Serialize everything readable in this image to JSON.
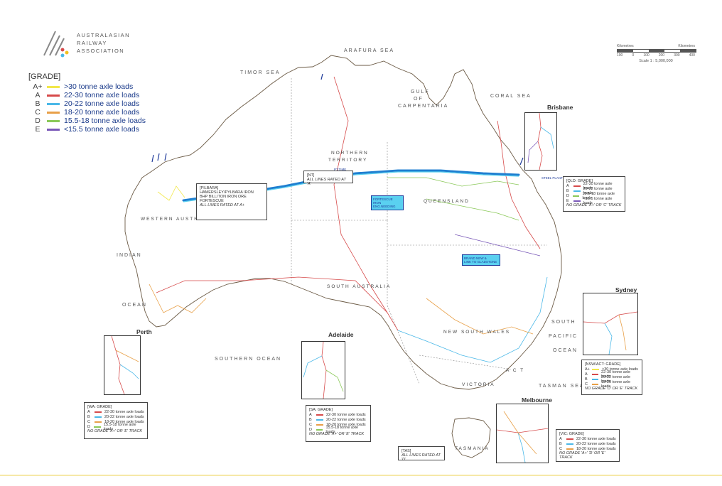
{
  "logo": {
    "line1": "AUSTRALASIAN",
    "line2": "RAILWAY",
    "line3": "ASSOCIATION"
  },
  "scale": {
    "label": "Scale 1 : 5,000,000",
    "ticks": [
      "100",
      "0",
      "100",
      "200",
      "300",
      "400"
    ],
    "units_left": "Kilometres",
    "units_right": "Kilometres"
  },
  "legend": {
    "header": "[GRADE]",
    "items": [
      {
        "code": "A+",
        "label": ">30 tonne axle loads",
        "color": "#f2e84a"
      },
      {
        "code": "A",
        "label": "22-30 tonne axle loads",
        "color": "#d64a4a"
      },
      {
        "code": "B",
        "label": "20-22 tonne axle loads",
        "color": "#4ab8e8"
      },
      {
        "code": "C",
        "label": "18-20 tonne axle loads",
        "color": "#e8a048"
      },
      {
        "code": "D",
        "label": "15.5-18 tonne axle loads",
        "color": "#8ac858"
      },
      {
        "code": "E",
        "label": "<15.5 tonne axle loads",
        "color": "#7a58b8"
      }
    ]
  },
  "seas": {
    "timor": "TIMOR SEA",
    "arafura": "ARAFURA SEA",
    "coral": "CORAL SEA",
    "gulf1": "GULF",
    "gulf2": "OF",
    "gulf3": "CARPENTARIA",
    "indian1": "INDIAN",
    "indian2": "OCEAN",
    "southern": "SOUTHERN OCEAN",
    "south1": "SOUTH",
    "pacific": "PACIFIC",
    "ocean": "OCEAN",
    "tasman": "TASMAN SEA"
  },
  "states": {
    "nt1": "NORTHERN",
    "nt2": "TERRITORY",
    "wa": "WESTERN AUSTRALIA",
    "qld": "QUEENSLAND",
    "sa": "SOUTH AUSTRALIA",
    "nsw": "NEW SOUTH WALES",
    "vic": "VICTORIA",
    "act": "A C T",
    "tas": "TASMANIA"
  },
  "insets": {
    "brisbane": "Brisbane",
    "sydney": "Sydney",
    "perth": "Perth",
    "adelaide": "Adelaide",
    "melbourne": "Melbourne"
  },
  "boxes": {
    "pilbara": {
      "l1": "[PILBARA]",
      "l2": "HAMERSLEY/PYLBARA IRON",
      "l3": "BHP BILLITON IRON ORE",
      "l4": "FORTESCUE",
      "l5": "ALL LINES RATED AT A+"
    },
    "nt": {
      "l1": "[NT]",
      "l2": "ALL LINES RATED AT 'A'"
    },
    "qld": {
      "title": "[QLD: GRADE]",
      "rows": [
        {
          "c": "A",
          "l": "22-30 tonne axle loads",
          "col": "#d64a4a"
        },
        {
          "c": "B",
          "l": "20-22 tonne axle loads",
          "col": "#4ab8e8"
        },
        {
          "c": "D",
          "l": "15.5-18 tonne axle loads",
          "col": "#8ac858"
        },
        {
          "c": "E",
          "l": "<15.5 tonne axle loads",
          "col": "#7a58b8"
        }
      ],
      "note": "NO GRADE 'A+' OR 'C' TRACK"
    },
    "nsw": {
      "title": "[NSW/ACT: GRADE]",
      "rows": [
        {
          "c": "A+",
          "l": ">30 tonne axle loads",
          "col": "#f2e84a"
        },
        {
          "c": "A",
          "l": "22-30 tonne axle loads",
          "col": "#d64a4a"
        },
        {
          "c": "B",
          "l": "20-22 tonne axle loads",
          "col": "#4ab8e8"
        },
        {
          "c": "C",
          "l": "18-20 tonne axle loads",
          "col": "#e8a048"
        }
      ],
      "note": "NO GRADE 'D' OR 'E' TRACK"
    },
    "wa": {
      "title": "[WA: GRADE]",
      "rows": [
        {
          "c": "A",
          "l": "22-30 tonne axle loads",
          "col": "#d64a4a"
        },
        {
          "c": "B",
          "l": "20-22 tonne axle loads",
          "col": "#4ab8e8"
        },
        {
          "c": "C",
          "l": "18-20 tonne axle loads",
          "col": "#e8a048"
        },
        {
          "c": "D",
          "l": "15.5-18 tonne axle loads",
          "col": "#8ac858"
        }
      ],
      "note": "NO GRADE 'A+' OR 'E' TRACK"
    },
    "sa": {
      "title": "[SA: GRADE]",
      "rows": [
        {
          "c": "A",
          "l": "22-30 tonne axle loads",
          "col": "#d64a4a"
        },
        {
          "c": "B",
          "l": "20-22 tonne axle loads",
          "col": "#4ab8e8"
        },
        {
          "c": "C",
          "l": "18-20 tonne axle loads",
          "col": "#e8a048"
        },
        {
          "c": "D",
          "l": "15.5-18 tonne axle loads",
          "col": "#8ac858"
        }
      ],
      "note": "NO GRADE 'A+' OR 'E' TRACK"
    },
    "tas": {
      "l1": "[TAS]",
      "l2": "ALL LINES RATED AT 'D'"
    },
    "vic": {
      "title": "[VIC: GRADE]",
      "rows": [
        {
          "c": "A",
          "l": "22-30 tonne axle loads",
          "col": "#d64a4a"
        },
        {
          "c": "B",
          "l": "20-22 tonne axle loads",
          "col": "#4ab8e8"
        },
        {
          "c": "C",
          "l": "18-20 tonne axle loads",
          "col": "#e8a048"
        }
      ],
      "note": "NO GRADE 'A+' 'D' OR 'E' TRACK"
    }
  },
  "annotations": {
    "fortescue1": "FORTESCUE",
    "fortescue2": "IRON",
    "fortescue3": "ENG.NEEDING",
    "pt1": "PT.TIME",
    "steel": "STEEL PLANTS",
    "callout2a": "BRAND NEW &",
    "callout2b": "LINK TO GLADSTONE"
  },
  "colors": {
    "coast": "#6b5a45",
    "handline": "#1f7fd0",
    "border": "#888888"
  }
}
